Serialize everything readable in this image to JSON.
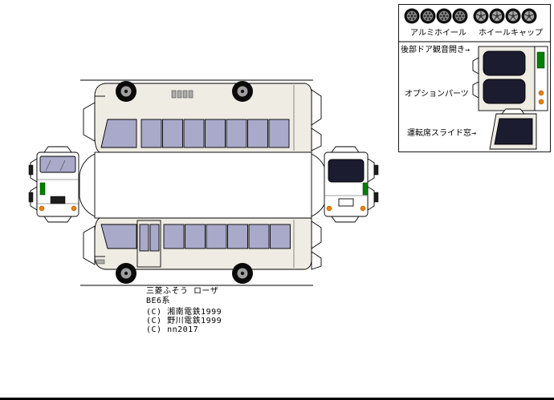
{
  "legend": {
    "wheel_section": {
      "aluminum_label": "アルミホイール",
      "cap_label": "ホイールキャップ"
    },
    "rear_door_label": "後部ドア観音開き→",
    "option_parts_label": "オプションパーツ",
    "slide_window_label": "運転席スライド窓→"
  },
  "credits": {
    "model_name": "三菱ふそう ローザ",
    "series": "BE6系",
    "copyright_1": "(C) 湘南電鉄1999",
    "copyright_2": "(C) 野川電鉄1999",
    "copyright_3": "(C) nn2017"
  },
  "colors": {
    "body": "#EFECE4",
    "window": "#A9A9C9",
    "dark_window": "#1C1C30",
    "tire": "#0A0A0A",
    "hub": "#A0A0A0",
    "accent_green": "#008000",
    "accent_orange": "#F08000"
  }
}
